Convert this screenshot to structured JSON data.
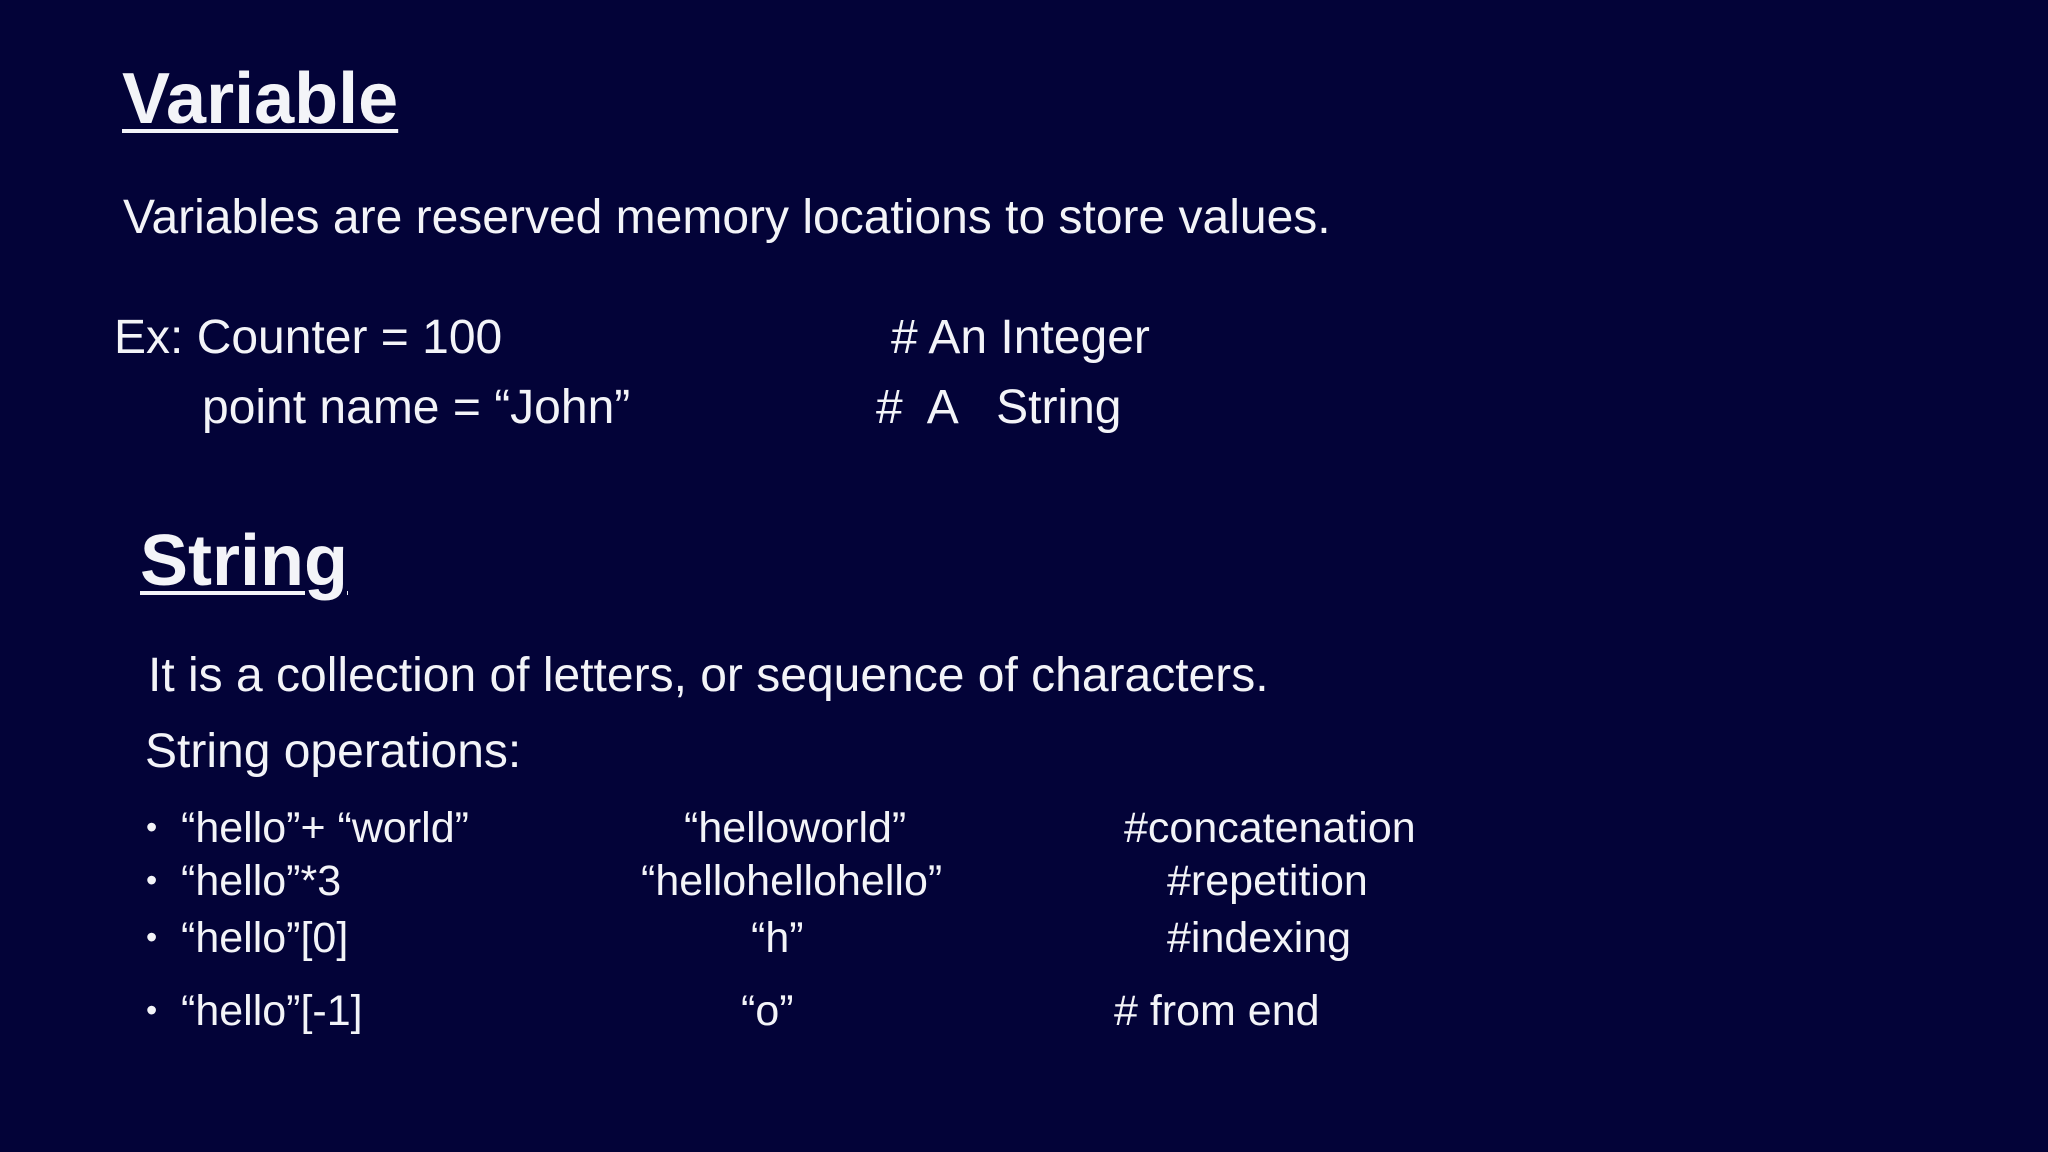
{
  "slide": {
    "background_color": "#030338",
    "text_color": "#f3f4f8"
  },
  "variable_section": {
    "title": "Variable",
    "description": "Variables are reserved memory locations to store values.",
    "examples": [
      {
        "code": "Ex: Counter = 100",
        "comment": "# An Integer"
      },
      {
        "code": "point name = “John”",
        "comment": "#  A   String"
      }
    ]
  },
  "string_section": {
    "title": "String",
    "description": "It is a collection of letters, or sequence of characters.",
    "operations_label": "String operations:",
    "bullet_char": "•",
    "operations": [
      {
        "expression": "“hello”+ “world”",
        "result": "“helloworld”",
        "comment": "#concatenation"
      },
      {
        "expression": "“hello”*3",
        "result": "“hellohellohello”",
        "comment": "#repetition"
      },
      {
        "expression": "“hello”[0]",
        "result": "“h”",
        "comment": "#indexing"
      },
      {
        "expression": "“hello”[-1]",
        "result": "“o”",
        "comment": "# from end"
      }
    ]
  }
}
